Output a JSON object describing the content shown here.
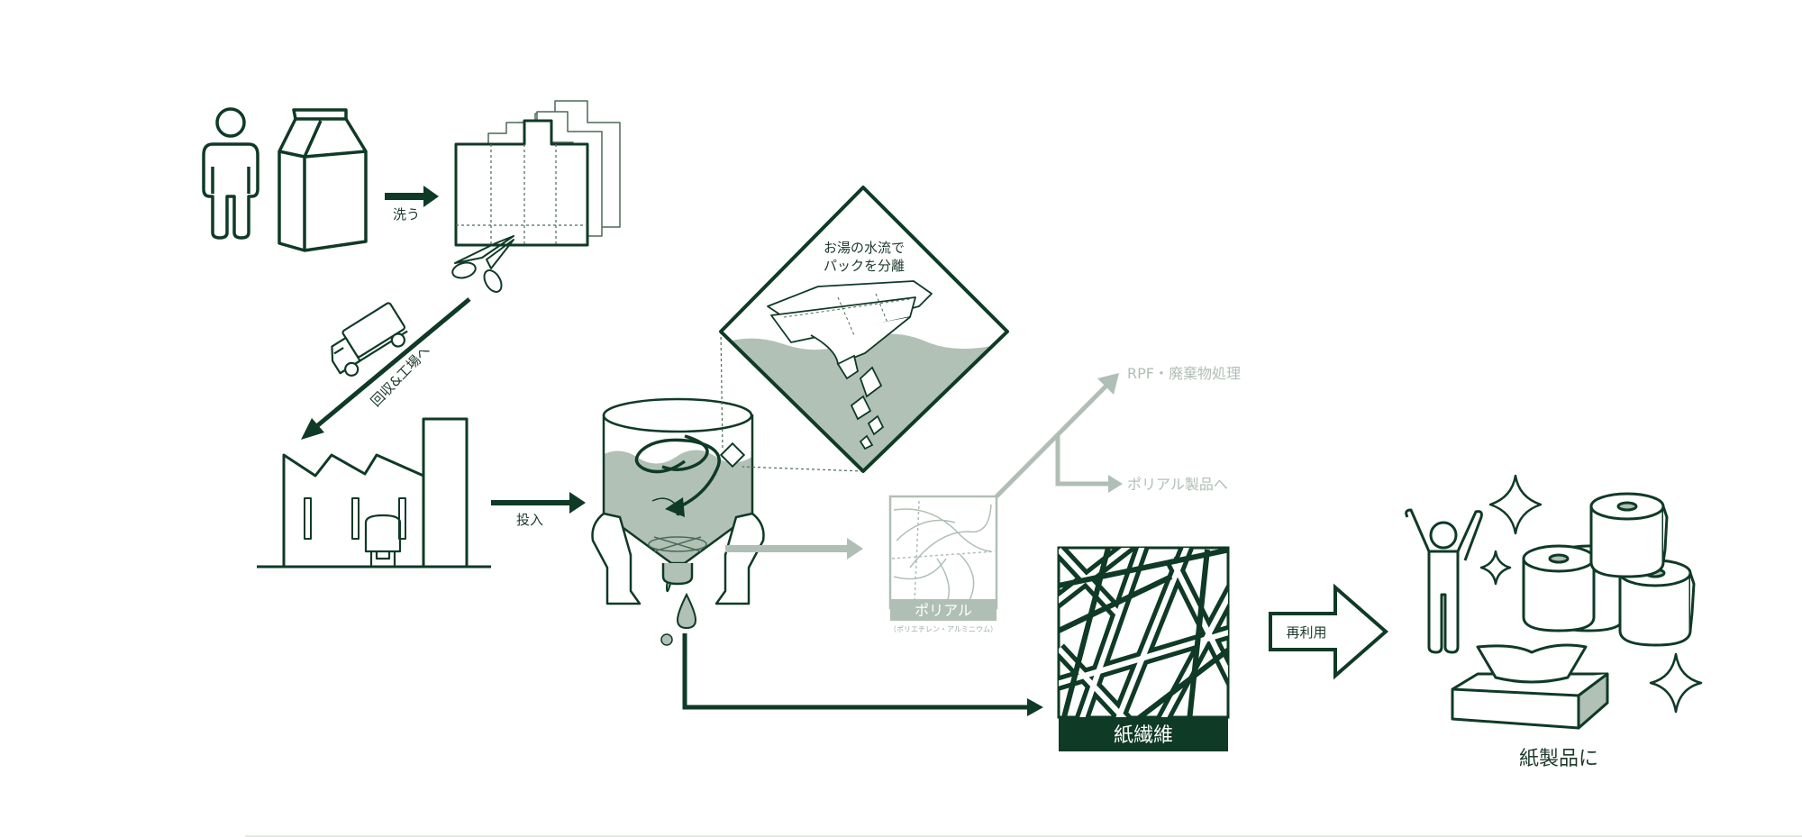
{
  "colors": {
    "primary": "#0f3a26",
    "muted": "#b0bfb5",
    "water": "#b1c1b5",
    "stroke_soft": "#4b6a57"
  },
  "labels": {
    "wash": "洗う",
    "collect": "回収&工場へ",
    "input": "投入",
    "separate_line1": "お湯の水流で",
    "separate_line2": "パックを分離",
    "rpf": "RPF・廃棄物処理",
    "polyal_products": "ポリアル製品へ",
    "polyal": "ポリアル",
    "polyal_sub": "（ポリエチレン・アルミニウム）",
    "paper_fiber": "紙繊維",
    "reuse": "再利用",
    "paper_products": "紙製品に"
  },
  "icons": [
    "person-icon",
    "milk-carton-icon",
    "arrow-right-icon",
    "cut-carton-sheets-icon",
    "scissors-icon",
    "truck-icon",
    "factory-icon",
    "pulper-tank-icon",
    "water-separation-icon",
    "polyal-material-icon",
    "paper-fiber-icon",
    "happy-person-icon",
    "toilet-paper-icon",
    "tissue-box-icon",
    "sparkle-icon"
  ]
}
